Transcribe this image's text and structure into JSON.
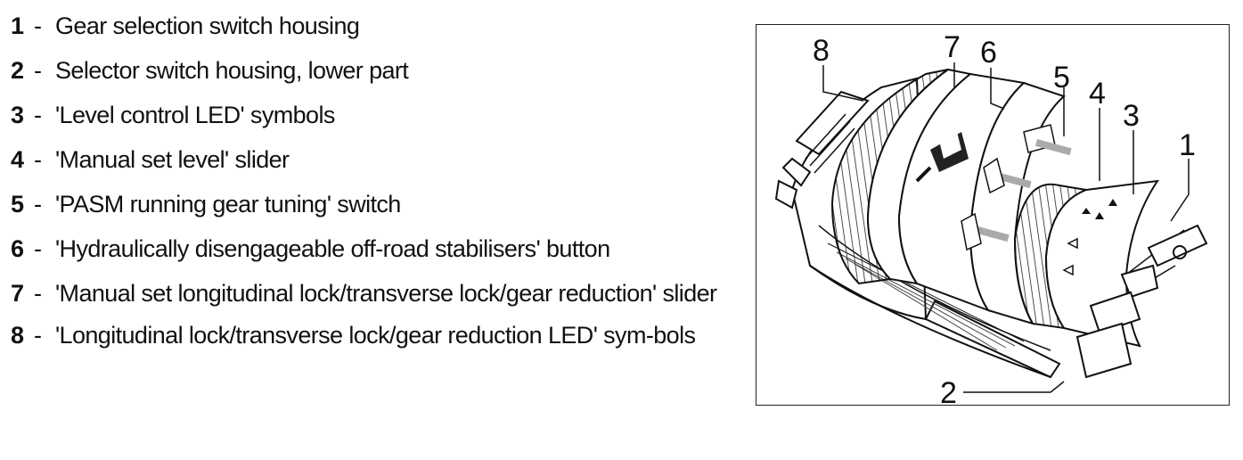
{
  "legend": {
    "items": [
      {
        "number": "1",
        "separator": "-",
        "text": "Gear selection switch housing"
      },
      {
        "number": "2",
        "separator": "-",
        "text": "Selector switch housing, lower part"
      },
      {
        "number": "3",
        "separator": "-",
        "text": "'Level control LED' symbols"
      },
      {
        "number": "4",
        "separator": "-",
        "text": "'Manual set level' slider"
      },
      {
        "number": "5",
        "separator": "-",
        "text": "'PASM running gear tuning' switch"
      },
      {
        "number": "6",
        "separator": "-",
        "text": "'Hydraulically disengageable off-road stabilisers' button"
      },
      {
        "number": "7",
        "separator": "-",
        "text": "'Manual set longitudinal lock/transverse lock/gear reduction' slider"
      },
      {
        "number": "8",
        "separator": "-",
        "text": "'Longitudinal lock/transverse lock/gear reduction LED' sym-bols"
      }
    ]
  },
  "figure": {
    "callouts": {
      "c1": "1",
      "c2": "2",
      "c3": "3",
      "c4": "4",
      "c5": "5",
      "c6": "6",
      "c7": "7",
      "c8": "8"
    }
  }
}
